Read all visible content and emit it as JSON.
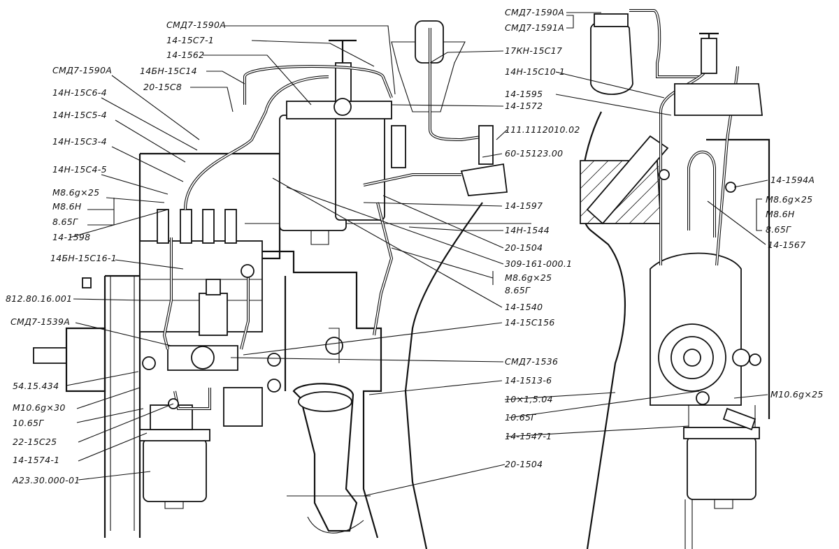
{
  "labels_left": [
    "СМД7-1590А",
    "14Н-15С6-4",
    "14Н-15С5-4",
    "14Н-15С3-4",
    "14Н-15С4-5",
    "М8.6g×25",
    "М8.6Н",
    "8.65Г",
    "14-1598",
    "14БН-15С16-1",
    "812.80.16.001",
    "СМД7-1539А",
    "54.15.434",
    "М10.6g×30",
    "10.65Г",
    "22-15С25",
    "14-1574-1",
    "А23.30.000-01"
  ],
  "labels_top": [
    "СМД7-1590А",
    "14-15С7-1",
    "14-1562",
    "14БН-15С14",
    "20-15С8"
  ],
  "labels_center": [
    "14-1572",
    "17КН-15С17",
    "111.1112010.02",
    "60-15123.00",
    "14-1597",
    "14Н-1544",
    "20-1504",
    "309-161-000.1",
    "М8.6g×25",
    "8.65Г",
    "14-1540",
    "14-15С156",
    "СМД7-1536",
    "14-1513-6",
    "10×1,5.04",
    "10.65Г",
    "14-1547-1",
    "20-1504"
  ],
  "labels_right": [
    "СМД7-1590А",
    "СМД7-1591А",
    "14Н-15С10-1",
    "14-1595",
    "14-1594А",
    "М8.6g×25",
    "М8.6Н",
    "8.65Г",
    "14-1567",
    "М10.6g×25"
  ],
  "icons": [
    "engine-fuel-system-drawing"
  ]
}
